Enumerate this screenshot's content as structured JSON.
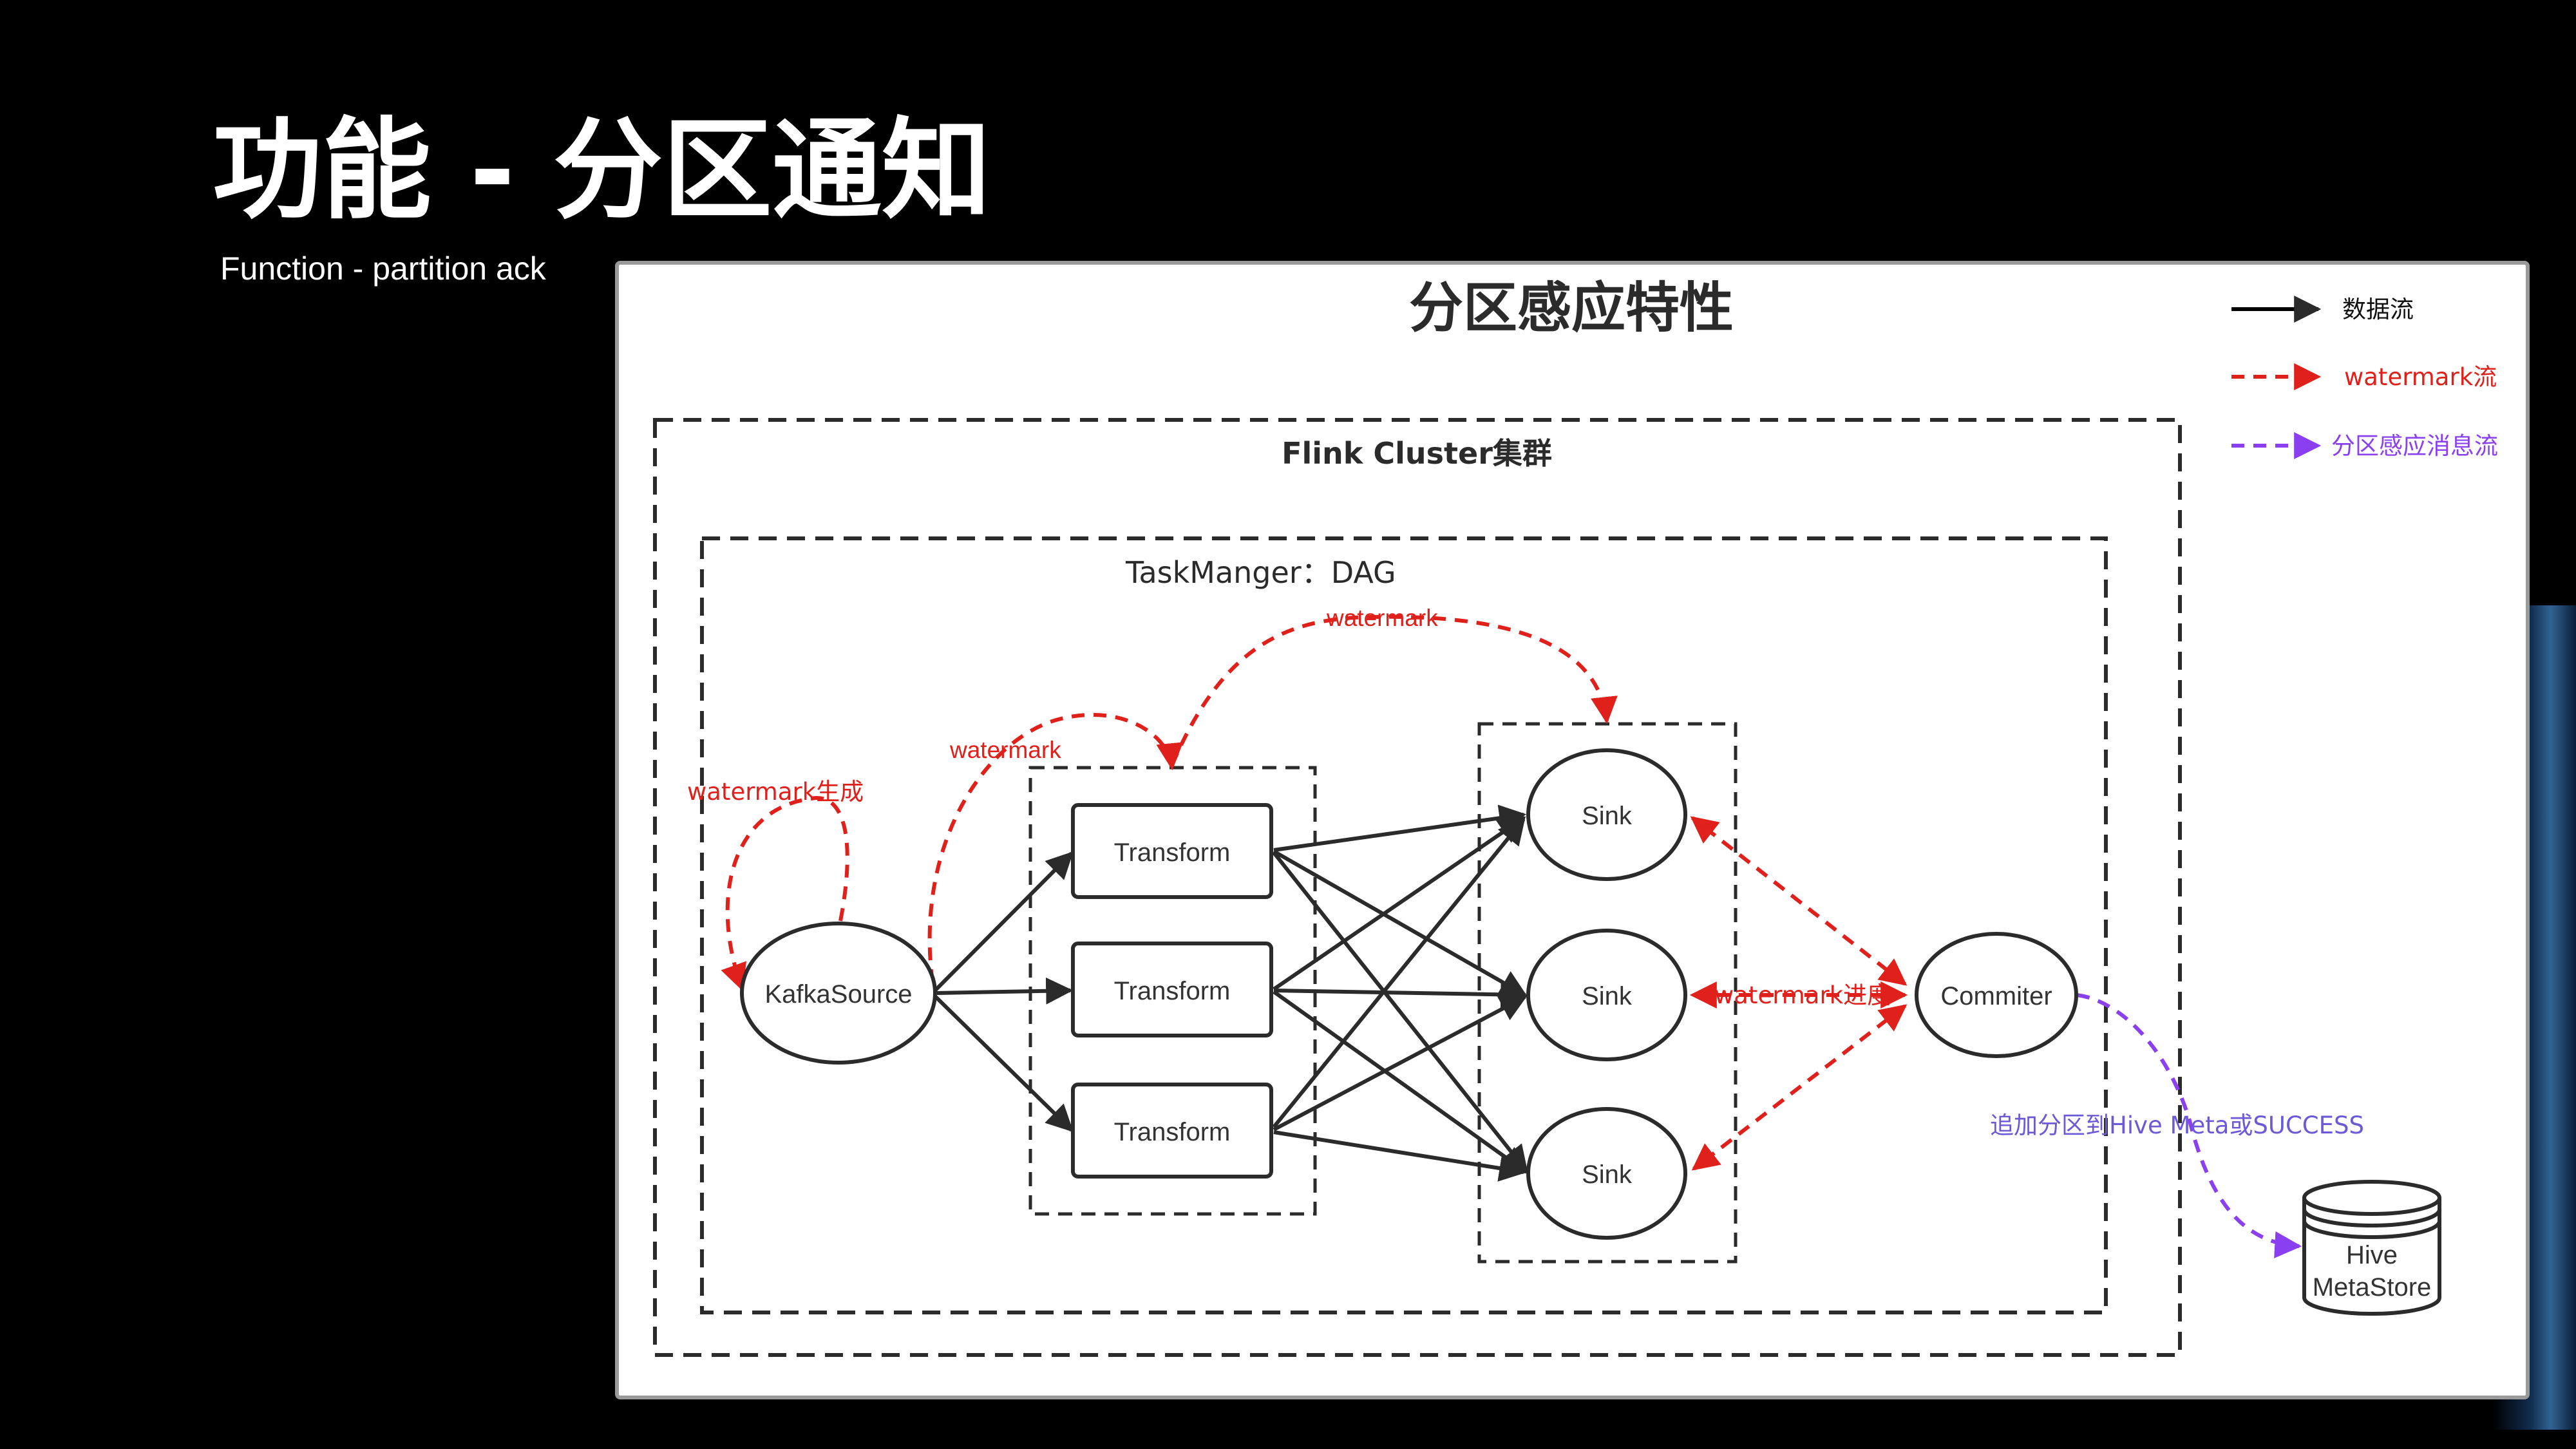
{
  "slide": {
    "title": "功能 - 分区通知",
    "subtitle": "Function - partition ack"
  },
  "diagram": {
    "title": "分区感应特性",
    "legend": [
      {
        "label": "数据流",
        "color": "#000000",
        "style": "solid"
      },
      {
        "label": "watermark流",
        "color": "#e0201b",
        "style": "dashed"
      },
      {
        "label": "分区感应消息流",
        "color": "#8a3ff0",
        "style": "dashed"
      }
    ],
    "cluster_label": "Flink Cluster集群",
    "taskmanager_label": "TaskManger：DAG",
    "nodes": {
      "source": "KafkaSource",
      "transforms": [
        "Transform",
        "Transform",
        "Transform"
      ],
      "sinks": [
        "Sink",
        "Sink",
        "Sink"
      ],
      "commiter": "Commiter",
      "hive": [
        "Hive",
        "MetaStore"
      ]
    },
    "annotations": {
      "watermark_gen": "watermark生成",
      "watermark_to_transform": "watermark",
      "watermark_to_sink": "watermark",
      "watermark_progress": "watermark进度",
      "append_partition": "追加分区到Hive Meta或SUCCESS"
    },
    "colors": {
      "data_flow": "#000000",
      "watermark": "#e0201b",
      "partition_msg": "#8a3ff0",
      "annotation_blue": "#6a5ad8"
    }
  }
}
